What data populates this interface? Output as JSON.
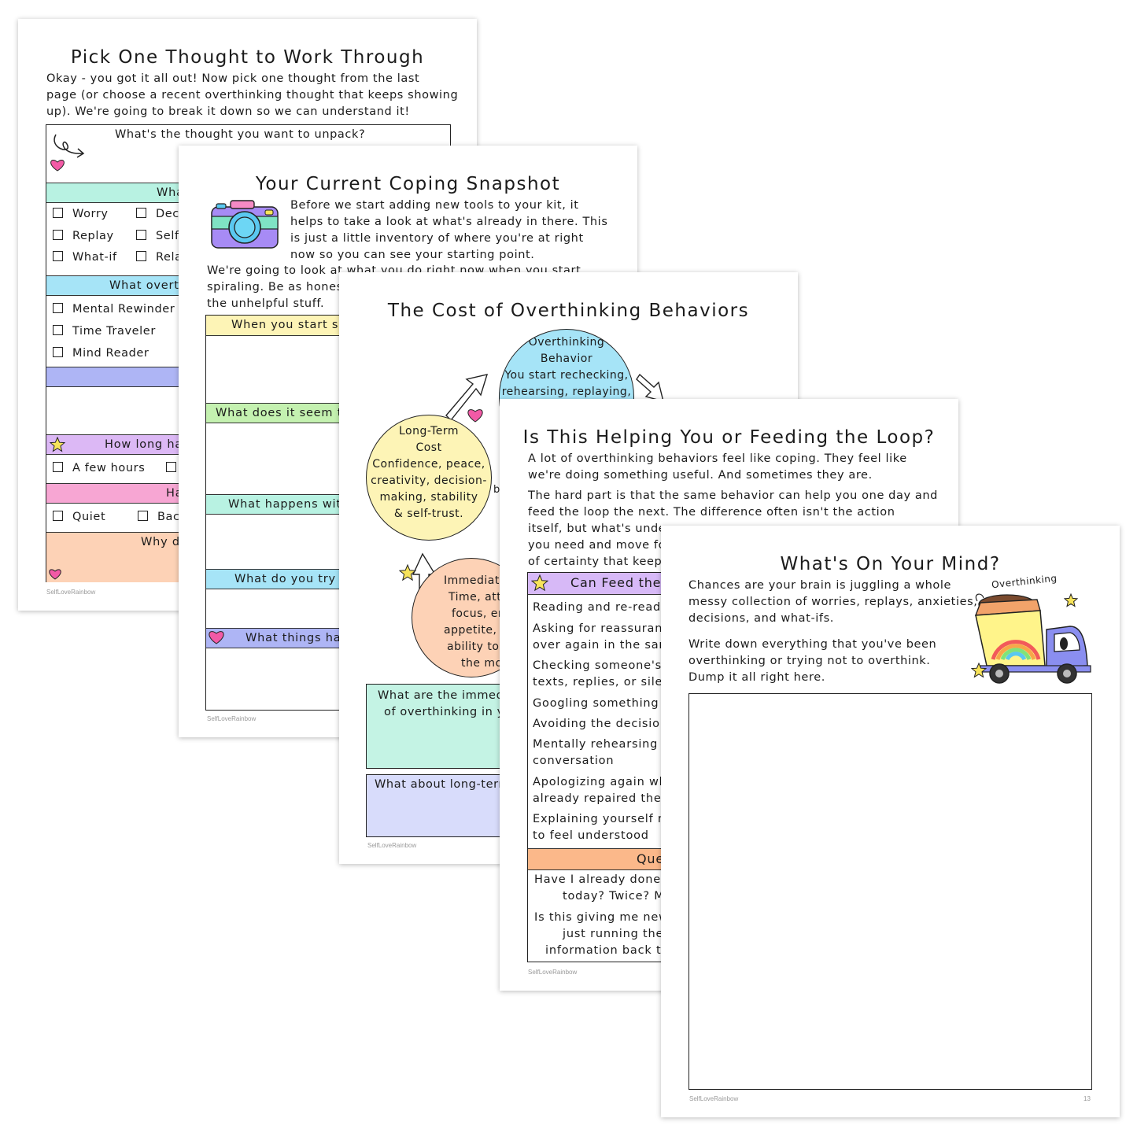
{
  "footer_brand": "SelfLoveRainbow",
  "colors": {
    "mint": "#b8f2e2",
    "sky": "#a6e4f7",
    "lavender": "#aeb5f5",
    "lilac": "#dcb8f5",
    "pink": "#f7a6d3",
    "peach": "#fdd2b6",
    "yellow": "#fdf4b6",
    "orange": "#fbb88a",
    "purple_band": "#d7b9f7"
  },
  "page1": {
    "title": "Pick One Thought to Work Through",
    "intro": [
      "Okay - you got it all out! Now pick one thought from the last",
      "page (or choose a recent overthinking thought that keeps showing",
      "up). We're going to break it down so we can understand it!"
    ],
    "prompt": "What's the thought you want to unpack?",
    "band1": "Wha",
    "checks_col1": [
      "Worry",
      "Replay",
      "What-if"
    ],
    "checks_col2": [
      "Deci",
      "Self",
      "Rela"
    ],
    "band2": "What overt",
    "checks2": [
      "Mental Rewinder",
      "Time Traveler",
      "Mind Reader"
    ],
    "band4": "How long ha",
    "check4": "A few hours",
    "band5": "Ha",
    "checks5": [
      "Quiet",
      "Back"
    ],
    "band6": "Why di"
  },
  "page2": {
    "title": "Your Current Coping Snapshot",
    "intro": [
      "Before we start adding new tools to your kit, it",
      "helps to take a look at what's already in there. This",
      "is just a little inventory of where you're at right",
      "now so you can see your starting point."
    ],
    "intro2": [
      "We're going to look at what you do right now when you start",
      "spiraling. Be as honest",
      "the unhelpful stuff."
    ],
    "sections": [
      "When you start sp",
      "What does it seem t",
      "What happens with",
      "What do you try t",
      "What things ha"
    ]
  },
  "page3": {
    "title": "The Cost of Overthinking Behaviors",
    "top_circle": {
      "head": [
        "Overthinking",
        "Behavior"
      ],
      "body": [
        "You start rechecking,",
        "rehearsing, replaying,"
      ]
    },
    "left_circle": {
      "head": [
        "Long-Term",
        "Cost"
      ],
      "body": [
        "Confidence, peace,",
        "creativity, decision-",
        "making, stability",
        "& self-trust."
      ]
    },
    "bottom_circle": {
      "head": "Immediate C",
      "body": [
        "Time, atten",
        "focus, ener",
        "appetite, sle",
        "ability to e",
        "the momen"
      ]
    },
    "side_fragment": "be",
    "box1": [
      "What are the immedi",
      "of overthinking in y"
    ],
    "box2": "What about long-term"
  },
  "page4": {
    "title": "Is This Helping You or Feeding the Loop?",
    "p1": [
      "A lot of overthinking behaviors feel like coping. They feel like",
      "we're doing something useful. And sometimes they are."
    ],
    "p2": [
      "The hard part is that the same behavior can help you one day and",
      "feed the loop the next. The difference often isn't the action",
      "itself, but what's unde",
      "you need and move for",
      "of certainty that keep"
    ],
    "band": "Can Feed the",
    "items": [
      [
        "Reading and re-readin"
      ],
      [
        "Asking for reassuranc",
        "over again in the sam"
      ],
      [
        "Checking someone's t",
        "texts, replies, or siler"
      ],
      [
        "Googling something mu"
      ],
      [
        "Avoiding the decision"
      ],
      [
        "Mentally rehearsing e",
        "conversation"
      ],
      [
        "Apologizing again whe",
        "already repaired the m"
      ],
      [
        "Explaining yourself mu",
        "to feel understood"
      ]
    ],
    "band2": "Que",
    "q_items": [
      [
        "Have I already done t",
        "today? Twice? M"
      ],
      [
        "Is this giving me new",
        "just running the",
        "information back th"
      ]
    ]
  },
  "page5": {
    "title": "What's On Your Mind?",
    "p1": [
      "Chances are your brain is juggling a whole",
      "messy collection of worries, replays, anxieties,",
      "decisions, and what-ifs."
    ],
    "p2": [
      "Write down everything that you've been",
      "overthinking or trying not to overthink.",
      "Dump it all right here."
    ],
    "truck_label": "Overthinking",
    "page_number": "13"
  }
}
